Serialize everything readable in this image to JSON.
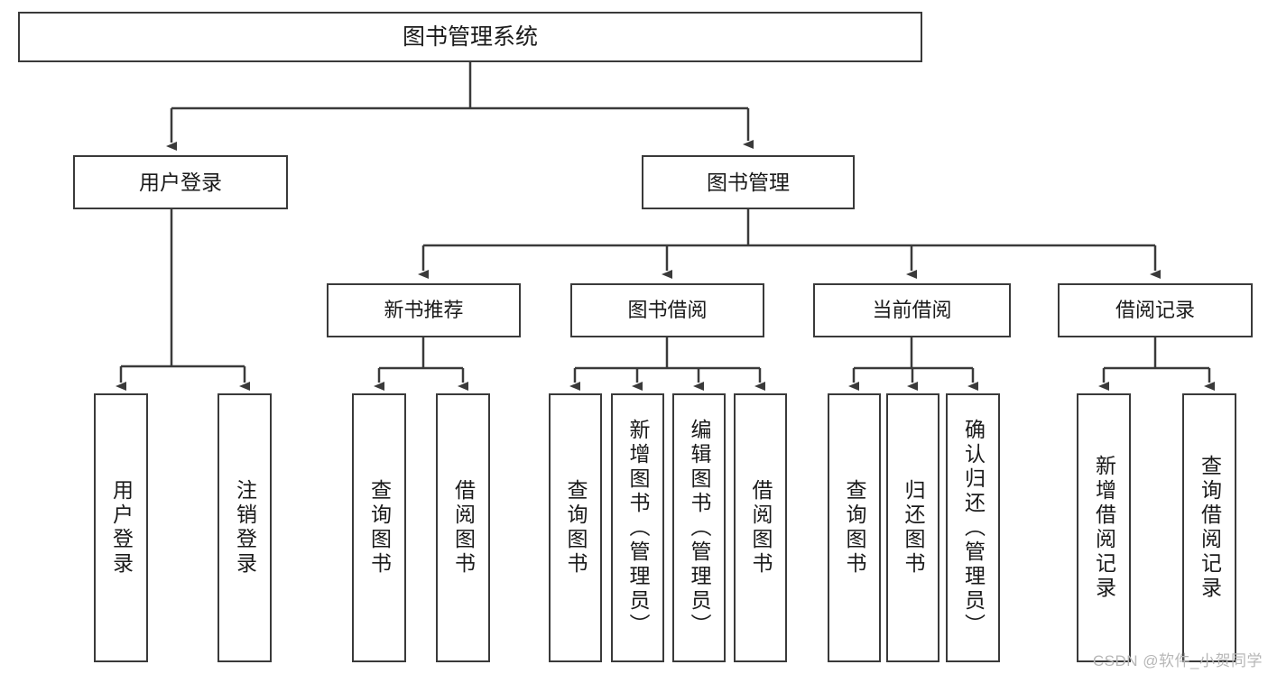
{
  "diagram": {
    "title": "图书管理系统",
    "type": "tree-hierarchy-chart",
    "root": {
      "label": "图书管理系统"
    },
    "level1": [
      {
        "label": "用户登录"
      },
      {
        "label": "图书管理"
      }
    ],
    "level2": [
      {
        "label": "新书推荐"
      },
      {
        "label": "图书借阅"
      },
      {
        "label": "当前借阅"
      },
      {
        "label": "借阅记录"
      }
    ],
    "leaves": {
      "user_login": [
        {
          "label": "用户登录"
        },
        {
          "label": "注销登录"
        }
      ],
      "new_book_recommend": [
        {
          "label": "查询图书"
        },
        {
          "label": "借阅图书"
        }
      ],
      "book_borrow": [
        {
          "label": "查询图书"
        },
        {
          "label": "新增图书（管理员）"
        },
        {
          "label": "编辑图书（管理员）"
        },
        {
          "label": "借阅图书"
        }
      ],
      "current_borrow": [
        {
          "label": "查询图书"
        },
        {
          "label": "归还图书"
        },
        {
          "label": "确认归还（管理员）"
        }
      ],
      "borrow_record": [
        {
          "label": "新增借阅记录"
        },
        {
          "label": "查询借阅记录"
        }
      ]
    }
  },
  "watermark": {
    "text": "CSDN @软件_小贺同学"
  },
  "colors": {
    "background": "#ffffff",
    "box_border": "#3a3a3a",
    "box_fill": "#ffffff",
    "connector": "#3a3a3a",
    "text": "#1a1a1a",
    "watermark": "#b7b7b7"
  }
}
